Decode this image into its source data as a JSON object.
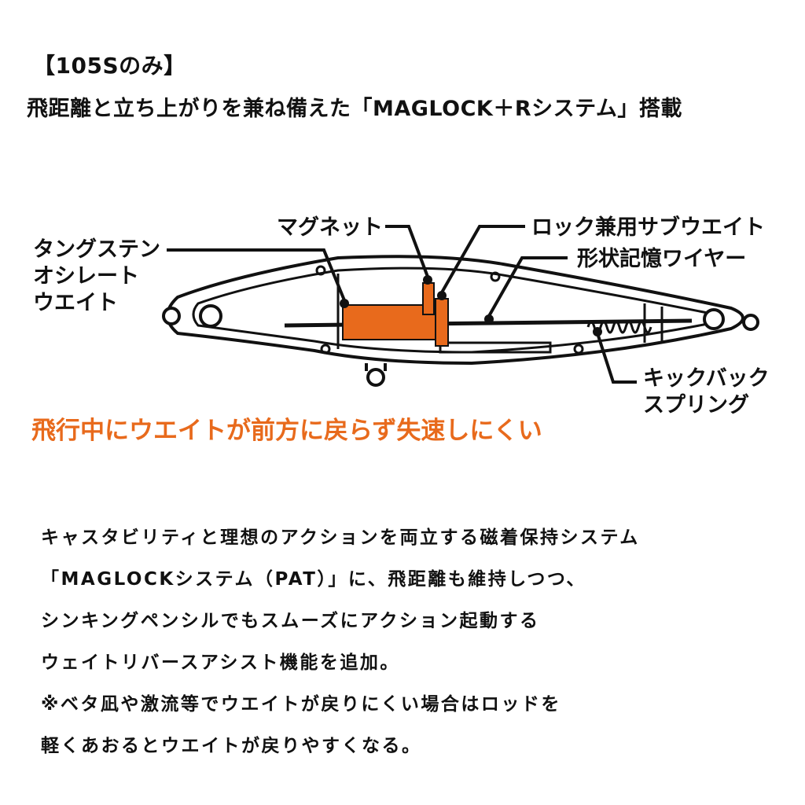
{
  "header": {
    "model_note": "【105Sのみ】",
    "headline": "飛距離と立ち上がりを兼ね備えた「MAGLOCK＋Rシステム」搭載"
  },
  "diagram": {
    "labels": {
      "tungsten": [
        "タングステン",
        "オシレート",
        "ウエイト"
      ],
      "magnet": "マグネット",
      "lock_weight": "ロック兼用サブウエイト",
      "wire": "形状記憶ワイヤー",
      "spring": [
        "キックバック",
        "スプリング"
      ]
    },
    "caption": "飛行中にウエイトが前方に戻らず失速しにくい",
    "colors": {
      "accent": "#e86a1c",
      "line": "#111111"
    }
  },
  "description": {
    "lines": [
      "キャスタビリティと理想のアクションを両立する磁着保持システム",
      "「MAGLOCKシステム（PAT）」に、飛距離も維持しつつ、",
      "シンキングペンシルでもスムーズにアクション起動する",
      "ウェイトリバースアシスト機能を追加。",
      "※ベタ凪や激流等でウエイトが戻りにくい場合はロッドを",
      "軽くあおるとウエイトが戻りやすくなる。"
    ]
  }
}
